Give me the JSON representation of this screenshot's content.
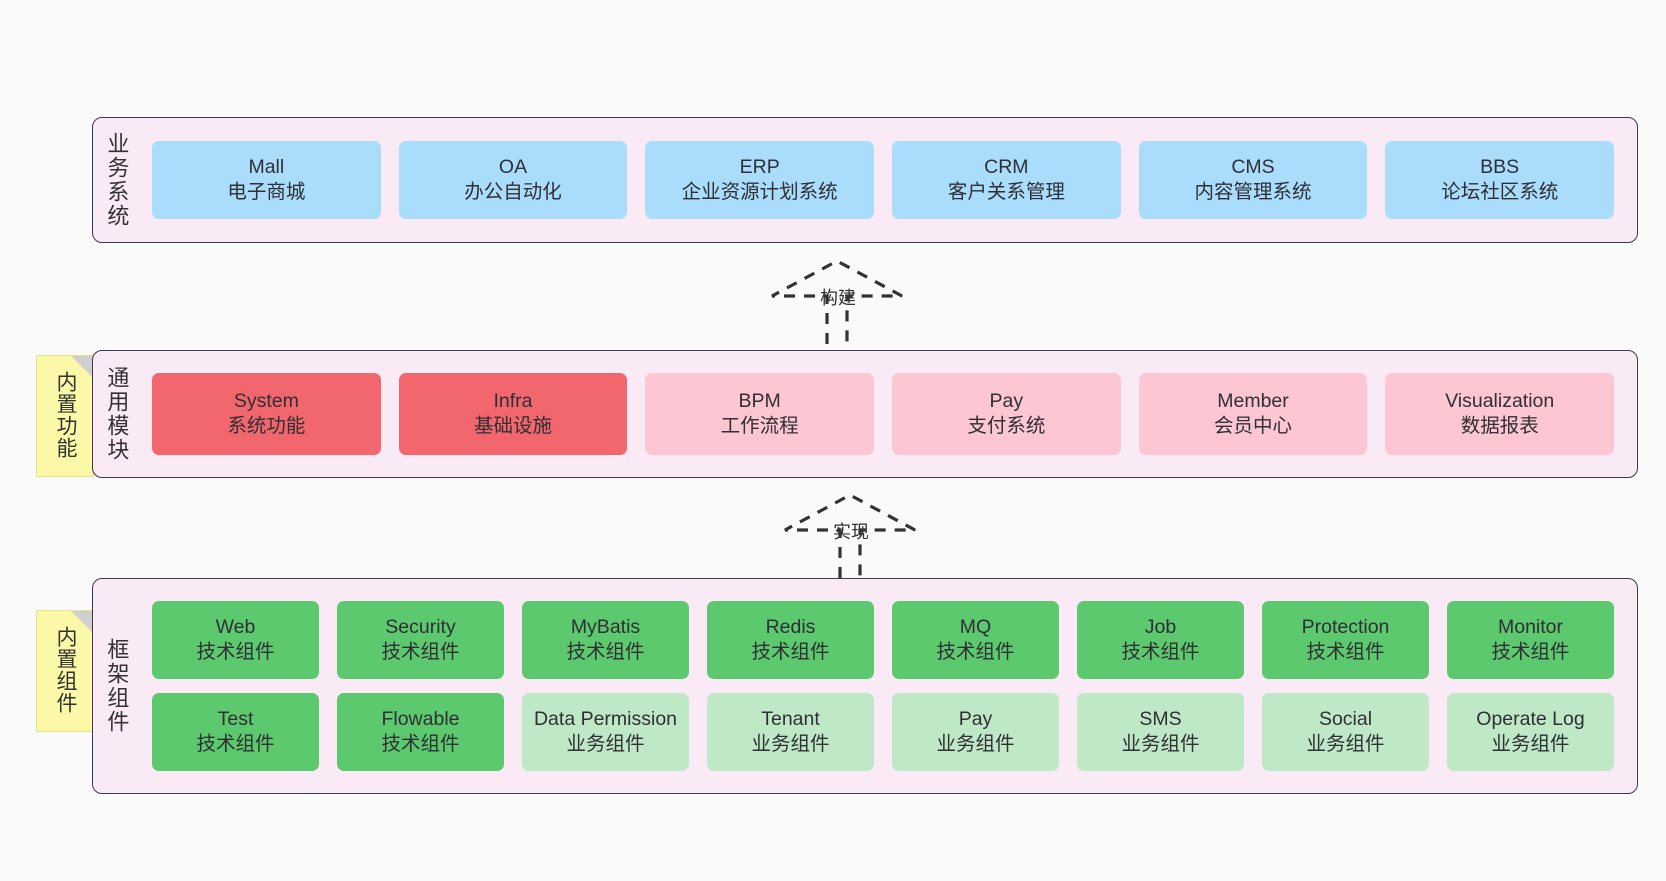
{
  "canvas": {
    "background": "#fafafa",
    "band_fill": "#f9eaf5",
    "band_stroke": "#3a3a4a",
    "note_fill": "#fbf8a8",
    "note_fold": "#cfcfcf"
  },
  "notes": [
    {
      "id": "note-builtin-function",
      "text": "内置功能"
    },
    {
      "id": "note-builtin-component",
      "text": "内置组件"
    }
  ],
  "connectors": [
    {
      "id": "connector-build",
      "label": "构建"
    },
    {
      "id": "connector-implement",
      "label": "实现"
    }
  ],
  "layers": [
    {
      "id": "layer-business-system",
      "title": "业务系统",
      "color": "#a9ddfb",
      "rows": [
        {
          "cards": [
            {
              "name": "Mall",
              "desc": "电子商城",
              "color": "#a9ddfb"
            },
            {
              "name": "OA",
              "desc": "办公自动化",
              "color": "#a9ddfb"
            },
            {
              "name": "ERP",
              "desc": "企业资源计划系统",
              "color": "#a9ddfb"
            },
            {
              "name": "CRM",
              "desc": "客户关系管理",
              "color": "#a9ddfb"
            },
            {
              "name": "CMS",
              "desc": "内容管理系统",
              "color": "#a9ddfb"
            },
            {
              "name": "BBS",
              "desc": "论坛社区系统",
              "color": "#a9ddfb"
            }
          ]
        }
      ]
    },
    {
      "id": "layer-common-module",
      "title": "通用模块",
      "color": "#fcc6d2",
      "rows": [
        {
          "cards": [
            {
              "name": "System",
              "desc": "系统功能",
              "color": "#f2666e"
            },
            {
              "name": "Infra",
              "desc": "基础设施",
              "color": "#f2666e"
            },
            {
              "name": "BPM",
              "desc": "工作流程",
              "color": "#fcc6d2"
            },
            {
              "name": "Pay",
              "desc": "支付系统",
              "color": "#fcc6d2"
            },
            {
              "name": "Member",
              "desc": "会员中心",
              "color": "#fcc6d2"
            },
            {
              "name": "Visualization",
              "desc": "数据报表",
              "color": "#fcc6d2"
            }
          ]
        }
      ]
    },
    {
      "id": "layer-framework-component",
      "title": "框架组件",
      "color": "#5cc островов",
      "rows": [
        {
          "cards": [
            {
              "name": "Web",
              "desc": "技术组件",
              "color": "#5cc96e"
            },
            {
              "name": "Security",
              "desc": "技术组件",
              "color": "#5cc96e"
            },
            {
              "name": "MyBatis",
              "desc": "技术组件",
              "color": "#5cc96e"
            },
            {
              "name": "Redis",
              "desc": "技术组件",
              "color": "#5cc96e"
            },
            {
              "name": "MQ",
              "desc": "技术组件",
              "color": "#5cc96e"
            },
            {
              "name": "Job",
              "desc": "技术组件",
              "color": "#5cc96e"
            },
            {
              "name": "Protection",
              "desc": "技术组件",
              "color": "#5cc96e"
            },
            {
              "name": "Monitor",
              "desc": "技术组件",
              "color": "#5cc96e"
            }
          ]
        },
        {
          "cards": [
            {
              "name": "Test",
              "desc": "技术组件",
              "color": "#5cc96e"
            },
            {
              "name": "Flowable",
              "desc": "技术组件",
              "color": "#5cc96e"
            },
            {
              "name": "Data Permission",
              "desc": "业务组件",
              "color": "#bfe9c6"
            },
            {
              "name": "Tenant",
              "desc": "业务组件",
              "color": "#bfe9c6"
            },
            {
              "name": "Pay",
              "desc": "业务组件",
              "color": "#bfe9c6"
            },
            {
              "name": "SMS",
              "desc": "业务组件",
              "color": "#bfe9c6"
            },
            {
              "name": "Social",
              "desc": "业务组件",
              "color": "#bfe9c6"
            },
            {
              "name": "Operate Log",
              "desc": "业务组件",
              "color": "#bfe9c6"
            }
          ]
        }
      ]
    }
  ]
}
